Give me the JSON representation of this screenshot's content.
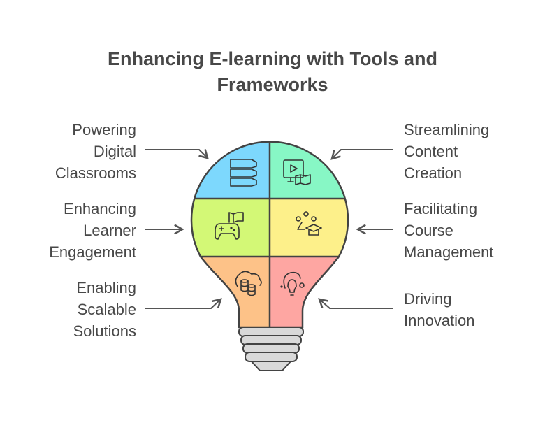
{
  "title": [
    "Enhancing E-learning with Tools and",
    "Frameworks"
  ],
  "segments": [
    {
      "label": [
        "Powering",
        "Digital",
        "Classrooms"
      ],
      "icon": "server-stack-icon",
      "color": "#7dd8fd"
    },
    {
      "label": [
        "Streamlining",
        "Content",
        "Creation"
      ],
      "icon": "video-book-icon",
      "color": "#87f7c5"
    },
    {
      "label": [
        "Enhancing",
        "Learner",
        "Engagement"
      ],
      "icon": "gamepad-book-icon",
      "color": "#d3f876"
    },
    {
      "label": [
        "Facilitating",
        "Course",
        "Management"
      ],
      "icon": "graduation-network-icon",
      "color": "#fdf08a"
    },
    {
      "label": [
        "Enabling",
        "Scalable",
        "Solutions"
      ],
      "icon": "cloud-database-icon",
      "color": "#fdc288"
    },
    {
      "label": [
        "Driving",
        "Innovation"
      ],
      "icon": "lightbulb-idea-icon",
      "color": "#fea6a2"
    }
  ],
  "outline_color": "#434343",
  "base_color": "#d9d9d9"
}
